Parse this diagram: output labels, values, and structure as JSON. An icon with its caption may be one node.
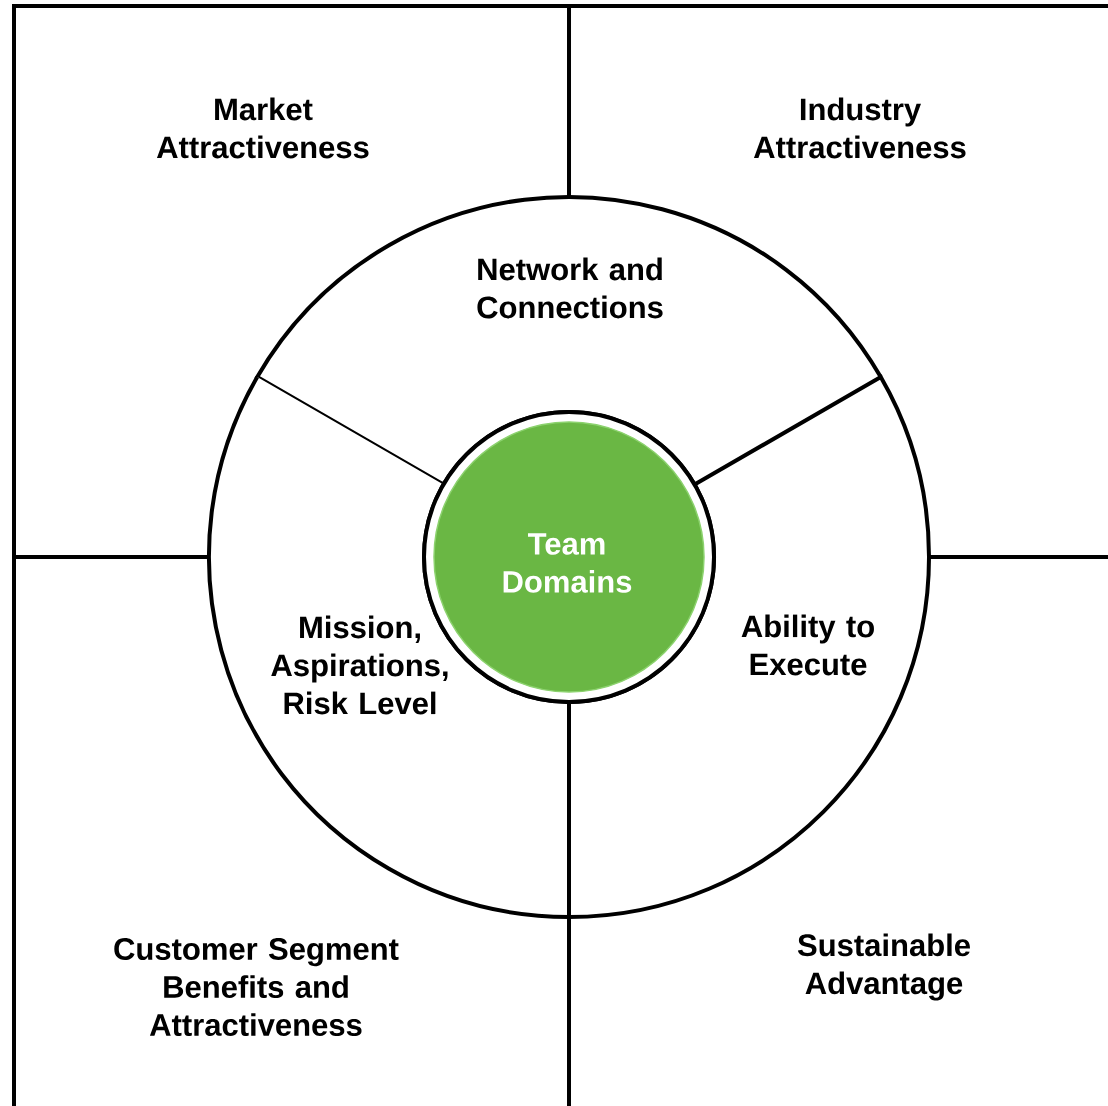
{
  "diagram": {
    "nodes": [
      {
        "text": [
          "Market Attractiveness"
        ]
      },
      {
        "text": [
          "Industry Attractiveness"
        ]
      },
      {
        "text": [
          "Network and Connections"
        ]
      },
      {
        "text": [
          "Team Domains"
        ]
      },
      {
        "text": [
          "Mission, Aspirations, Risk Level"
        ]
      },
      {
        "text": [
          "Ability to Execute"
        ]
      },
      {
        "text": [
          "Customer Segment Benefits and Attractiveness"
        ]
      },
      {
        "text": [
          "Sustainable Advantage"
        ]
      }
    ]
  }
}
